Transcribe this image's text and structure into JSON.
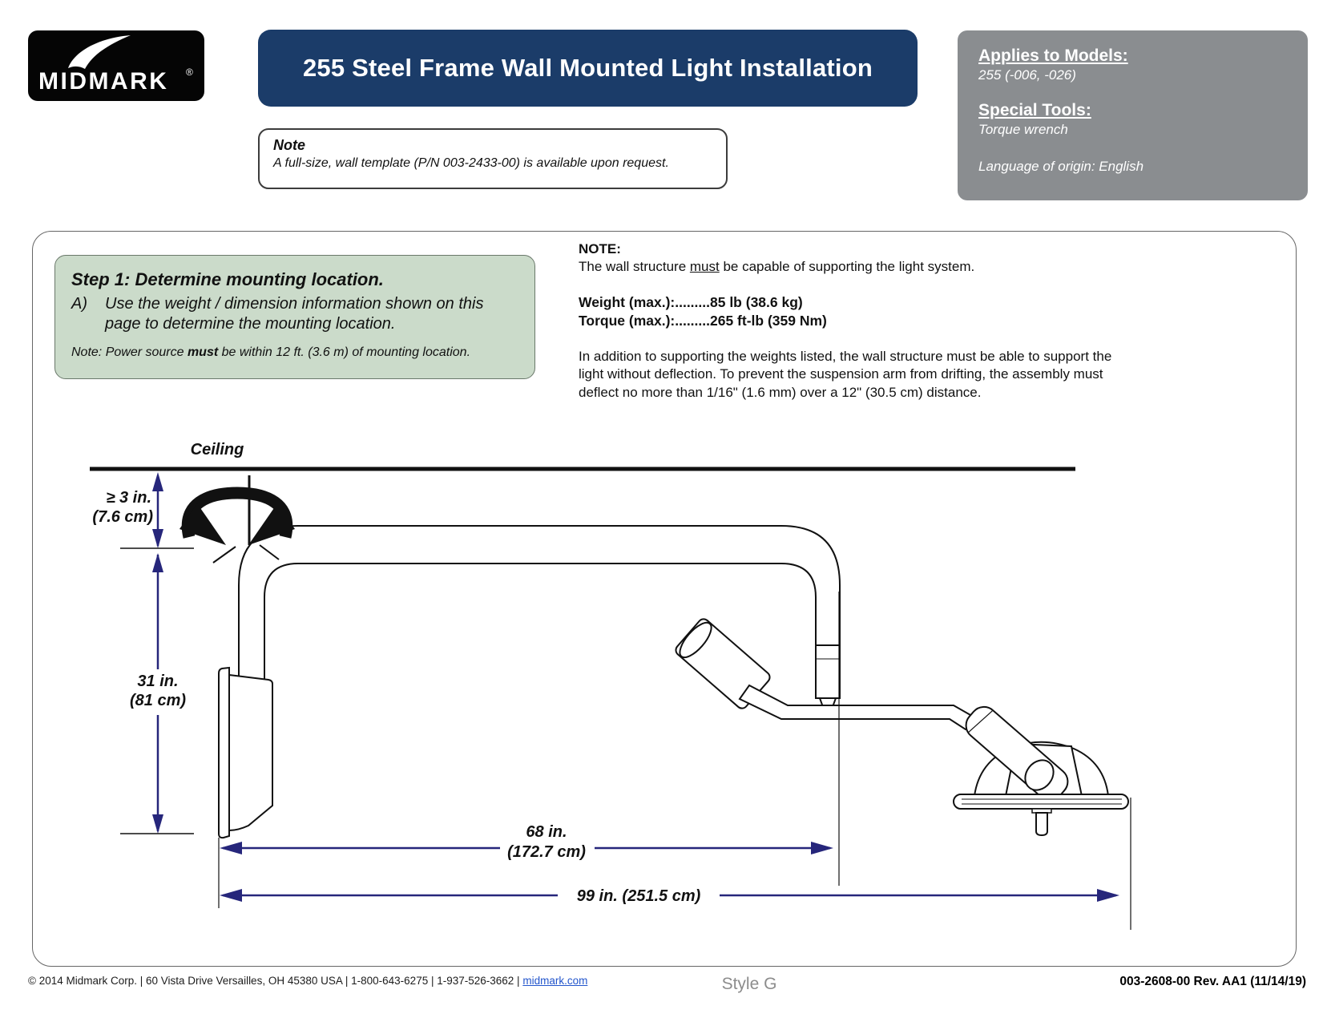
{
  "header": {
    "logo_text": "MIDMARK",
    "logo_reg": "®",
    "title": "255 Steel Frame Wall Mounted Light Installation",
    "info_panel": {
      "models_heading": "Applies to Models:",
      "models_value": "255 (-006, -026)",
      "tools_heading": "Special Tools:",
      "tools_value": "Torque wrench",
      "language": "Language of origin: English"
    },
    "note_box": {
      "title": "Note",
      "body": "A full-size, wall template (P/N 003-2433-00) is available upon request."
    }
  },
  "step1": {
    "heading": "Step 1:  Determine mounting location.",
    "item_label": "A)",
    "item_text": "Use the weight / dimension information shown on this page to determine the mounting location.",
    "note_pre": "Note:  Power source ",
    "note_bold": "must",
    "note_post": " be within 12 ft. (3.6 m) of mounting location."
  },
  "wall_note": {
    "heading": "NOTE:",
    "line1_pre": "The wall structure ",
    "line1_underline": "must",
    "line1_post": " be capable of supporting the light system.",
    "weight_line": "Weight (max.):.........85 lb (38.6 kg)",
    "torque_line": "Torque (max.):.........265 ft-lb (359 Nm)",
    "paragraph": "In addition to supporting the weights listed, the wall structure must be able to support the light without deflection. To prevent the suspension arm from drifting, the assembly must deflect no more than 1/16\" (1.6 mm) over a 12\" (30.5 cm) distance."
  },
  "diagram": {
    "ceiling_label": "Ceiling",
    "dim_ceiling_gap_in": "≥ 3 in.",
    "dim_ceiling_gap_cm": "(7.6 cm)",
    "dim_height_in": "31 in.",
    "dim_height_cm": "(81 cm)",
    "dim_reach_in": "68 in.",
    "dim_reach_cm": "(172.7 cm)",
    "dim_total": "99 in. (251.5 cm)"
  },
  "footer": {
    "left": "© 2014  Midmark Corp.  |  60 Vista Drive Versailles, OH 45380 USA  |  1-800-643-6275  |  1-937-526-3662  |",
    "link": "midmark.com",
    "style": "Style G",
    "doc_number": "003-2608-00   Rev.  AA1   (11/14/19)"
  },
  "colors": {
    "header_navy": "#1b3c69",
    "panel_gray": "#8a8d90",
    "step_green": "#cbdbca",
    "dimension_navy": "#26267b"
  }
}
